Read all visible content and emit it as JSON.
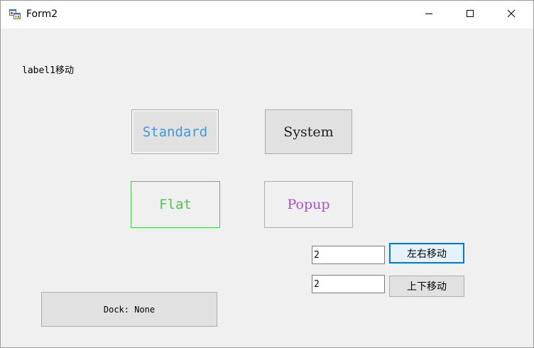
{
  "window": {
    "title": "Form2",
    "icon": "winforms-app-icon",
    "controls": {
      "minimize_icon": "minimize-icon",
      "maximize_icon": "maximize-icon",
      "close_icon": "close-icon"
    }
  },
  "form": {
    "label1_text": "label1移动",
    "buttons": {
      "standard": {
        "label": "Standard",
        "color": "#3d9ae0"
      },
      "system": {
        "label": "System",
        "color": "#202020"
      },
      "flat": {
        "label": "Flat",
        "color": "#4cc552"
      },
      "popup": {
        "label": "Popup",
        "color": "#a64ed6"
      },
      "dock": {
        "label": "Dock: None"
      },
      "move_lr": {
        "label": "左右移动"
      },
      "move_ud": {
        "label": "上下移动"
      }
    },
    "textboxes": {
      "lr_value": "2",
      "ud_value": "2"
    }
  },
  "colors": {
    "focus_border": "#0078d7",
    "form_background": "#f0f0f0"
  }
}
